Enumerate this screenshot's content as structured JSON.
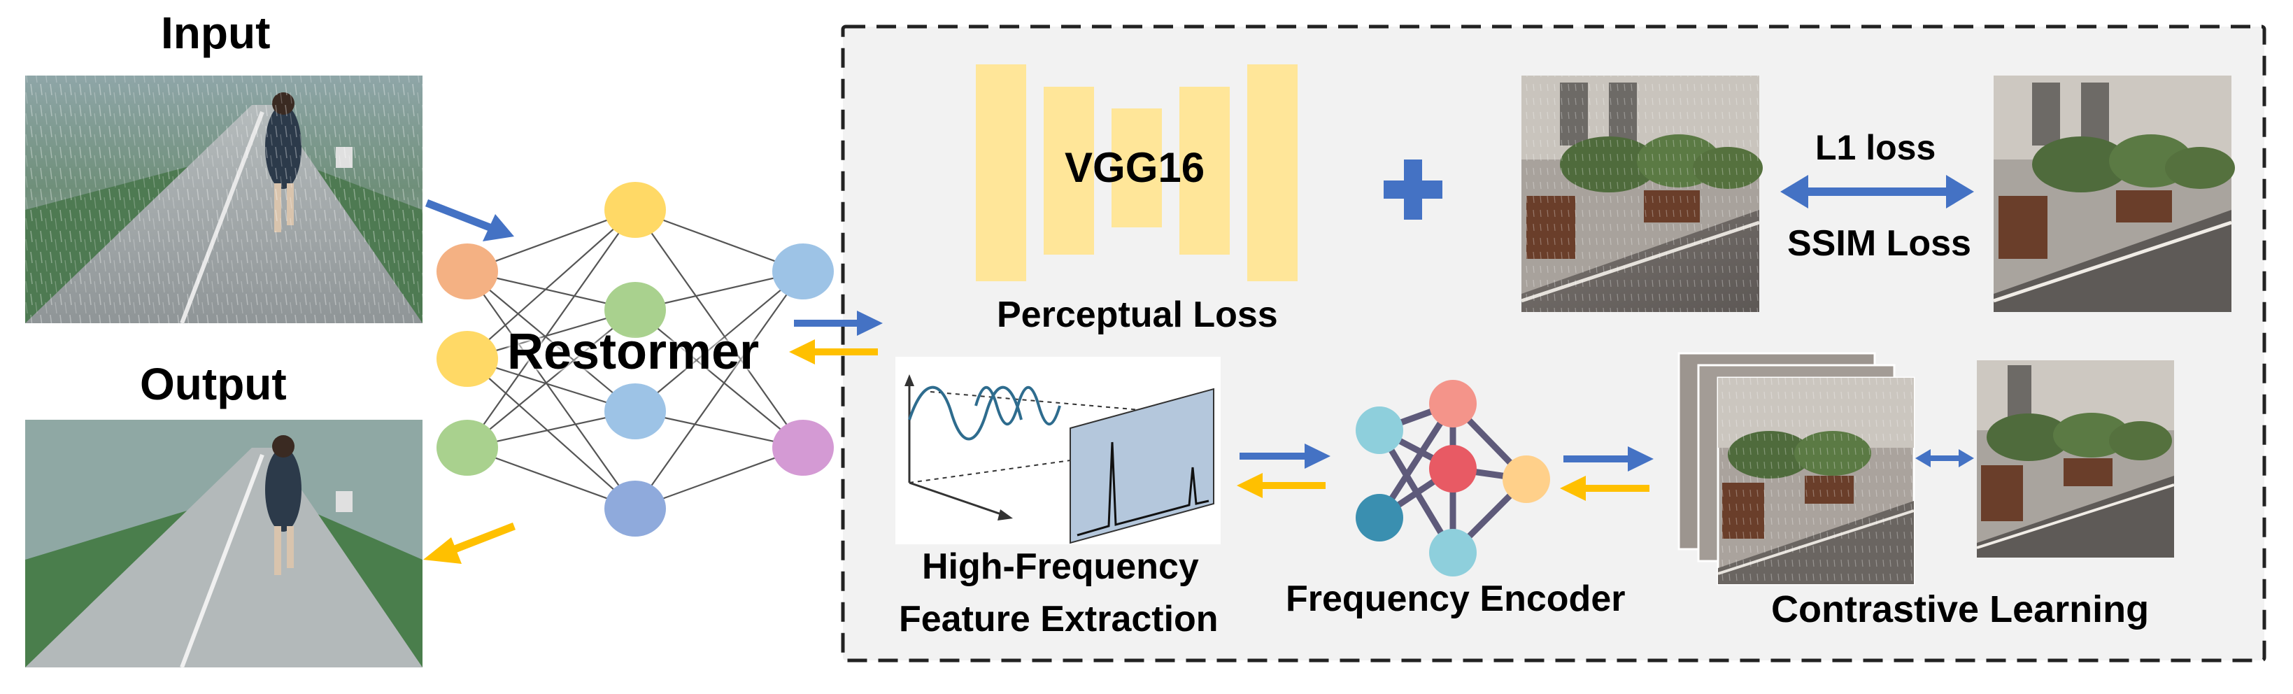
{
  "labels": {
    "input": "Input",
    "output": "Output",
    "model": "Restormer",
    "vgg": "VGG16",
    "perceptual_loss": "Perceptual Loss",
    "l1_loss": "L1 loss",
    "ssim_loss": "SSIM Loss",
    "hf_line1": "High-Frequency",
    "hf_line2": "Feature Extraction",
    "freq_encoder": "Frequency Encoder",
    "contrastive": "Contrastive Learning"
  },
  "colors": {
    "forward_arrow": "#4472C4",
    "backward_arrow": "#FFC000",
    "vgg_block": "#FFE699",
    "loss_panel_bg": "#F2F2F2",
    "node_input": "#F4B183",
    "node_yellow": "#FFD966",
    "node_green": "#A9D18E",
    "node_blue_light": "#9DC3E6",
    "node_blue_dark": "#8FAADC",
    "node_purple": "#D49AD4",
    "enc_teal_light": "#8ECFDC",
    "enc_teal_dark": "#3A8FB0",
    "enc_pink": "#F4948A",
    "enc_red": "#E85A64",
    "enc_orange": "#FFD08A"
  },
  "icons": {
    "plus": "plus-icon",
    "double_arrow": "double-arrow-icon"
  }
}
